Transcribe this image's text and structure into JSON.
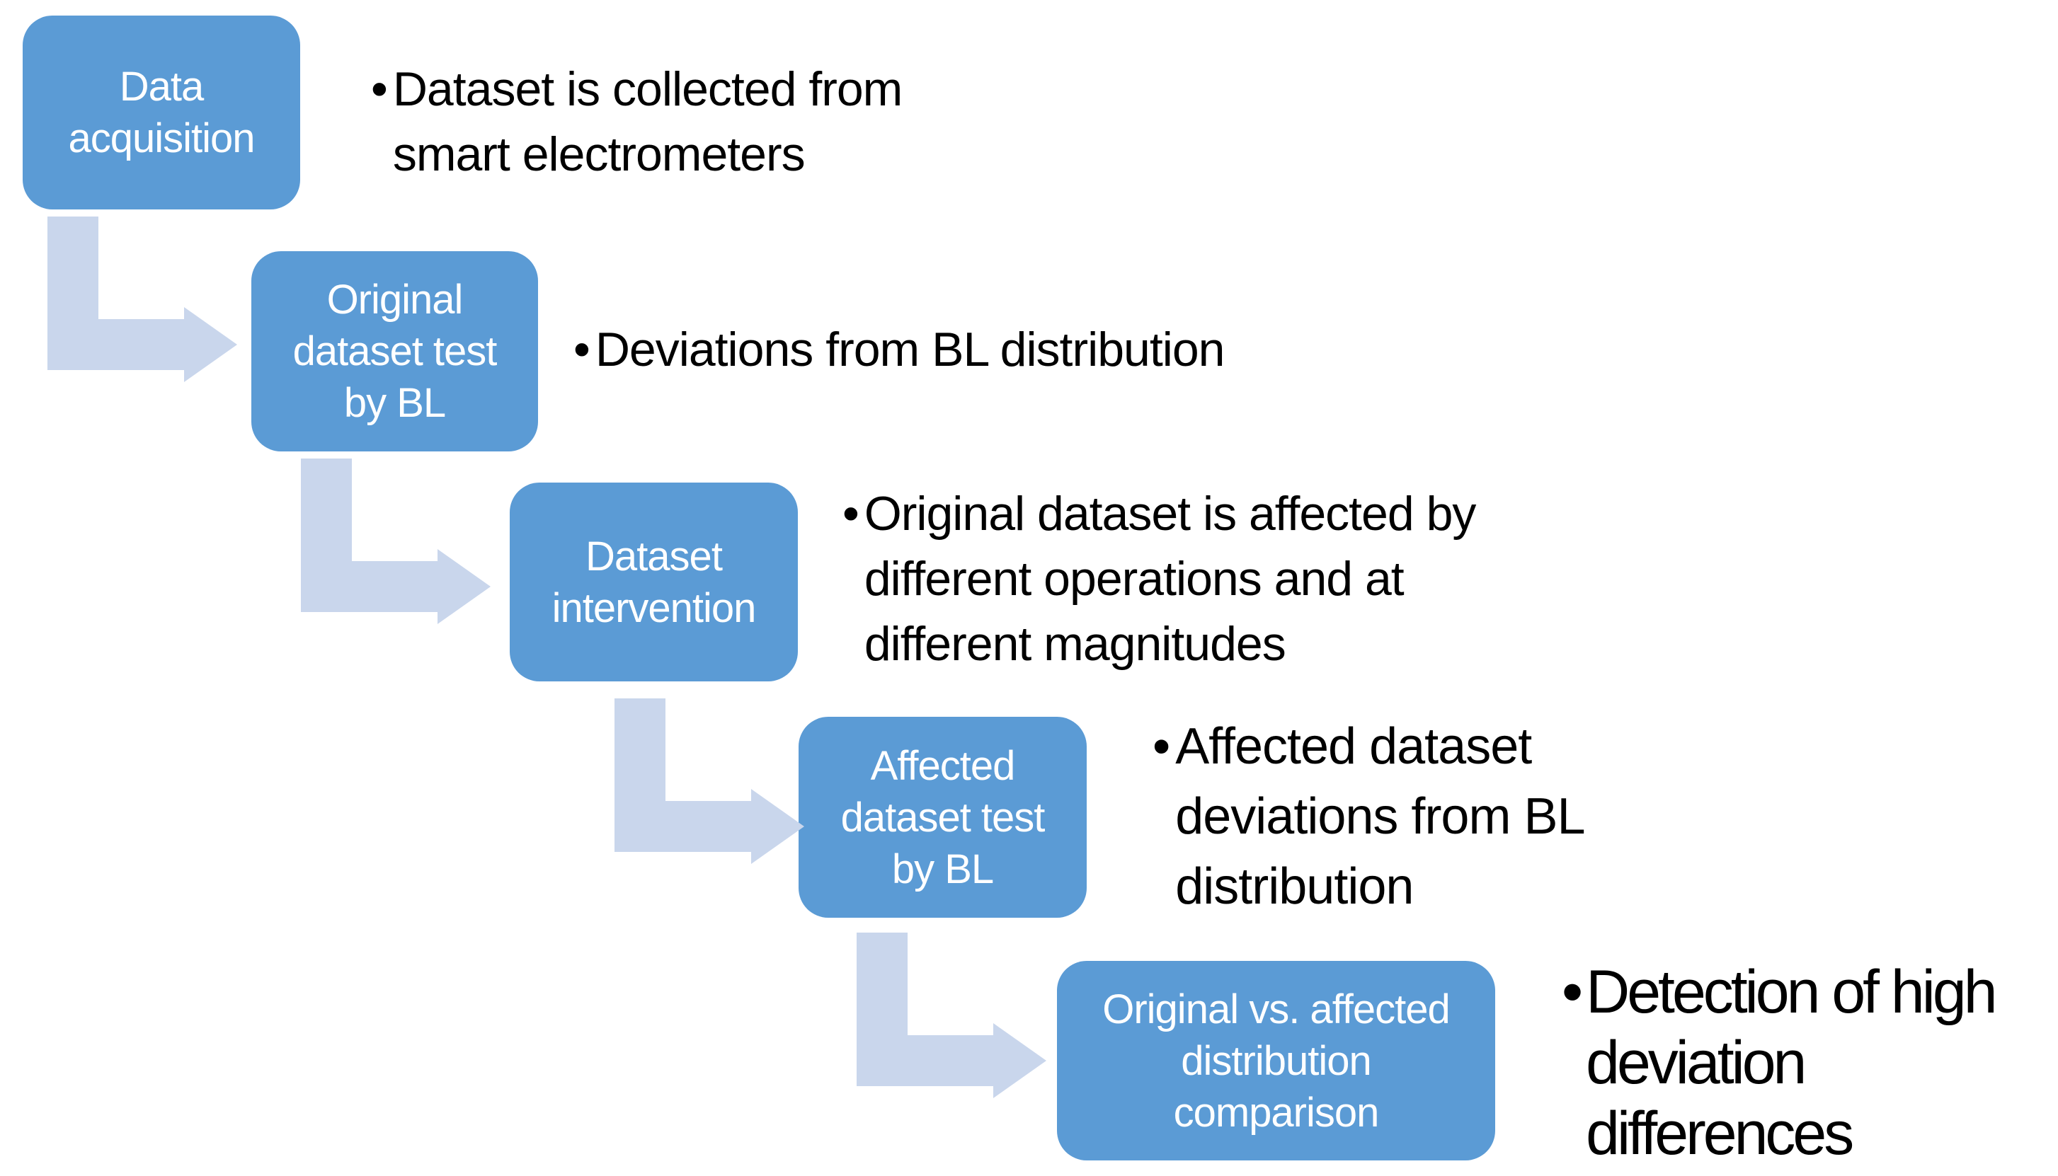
{
  "diagram": {
    "type": "step-down-process",
    "bullet_char": "•",
    "colors": {
      "background": "#ffffff",
      "box_fill": "#5b9bd5",
      "box_text": "#ffffff",
      "arrow_fill": "#c9d6ec",
      "bullet_text": "#000000"
    },
    "steps": [
      {
        "label": "Data\nacquisition",
        "description": "Dataset is collected from\nsmart electrometers"
      },
      {
        "label": "Original\ndataset test\nby BL",
        "description": "Deviations from BL distribution"
      },
      {
        "label": "Dataset\nintervention",
        "description": "Original dataset is affected by\ndifferent operations and at\ndifferent magnitudes"
      },
      {
        "label": "Affected\ndataset test\nby BL",
        "description": "Affected dataset\ndeviations from BL\ndistribution"
      },
      {
        "label": "Original vs. affected\ndistribution\ncomparison",
        "description": "Detection of high\ndeviation\ndifferences"
      }
    ]
  }
}
